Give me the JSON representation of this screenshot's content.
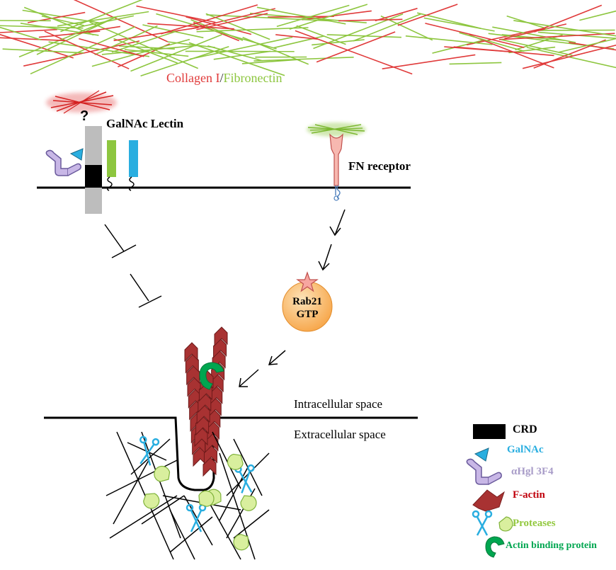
{
  "title": {
    "collagen": "Collagen I",
    "sep": "/",
    "fibronectin": "Fibronectin"
  },
  "labels": {
    "question": "?",
    "galnac_lectin": "GalNAc Lectin",
    "fn_receptor": "FN receptor",
    "rab21_line1": "Rab21",
    "rab21_line2": "GTP",
    "intracellular": "Intracellular space",
    "extracellular": "Extracellular space"
  },
  "legend": [
    {
      "key": "crd",
      "label": "CRD",
      "color": "#000000"
    },
    {
      "key": "galnac",
      "label": "GalNAc",
      "color": "#29aee0"
    },
    {
      "key": "ahgl",
      "label": "αHgl 3F4",
      "color": "#a89cc8"
    },
    {
      "key": "factin",
      "label": "F-actin",
      "color": "#c0000c"
    },
    {
      "key": "proteases",
      "label": "Proteases",
      "color": "#92c83e"
    },
    {
      "key": "abp",
      "label": "Actin binding protein",
      "color": "#00a650"
    }
  ],
  "colors": {
    "collagen": "#e03a3a",
    "fibronectin": "#8dc63f",
    "lectin_stalk": "#bdbdbd",
    "green_subunit": "#8dc63f",
    "blue_subunit": "#29aee0",
    "factin": "#a83232",
    "rab21_fill": "#f9c27c",
    "protease_fill": "#d9ef9e"
  }
}
